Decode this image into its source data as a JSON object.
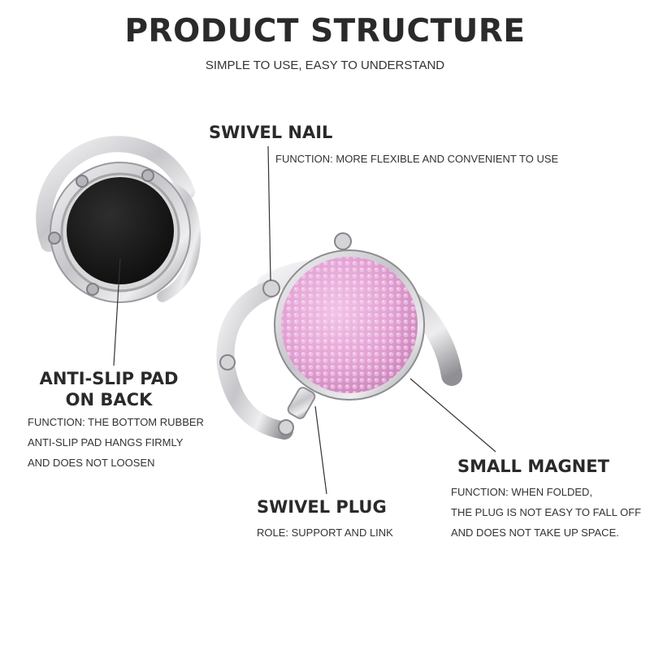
{
  "header": {
    "title": "PRODUCT STRUCTURE",
    "subtitle": "SIMPLE TO USE, EASY TO UNDERSTAND"
  },
  "callouts": {
    "swivel_nail": {
      "heading": "SWIVEL NAIL",
      "lines": [
        "FUNCTION: MORE FLEXIBLE AND CONVENIENT TO USE"
      ]
    },
    "anti_slip": {
      "heading_lines": [
        "ANTI-SLIP PAD",
        "ON BACK"
      ],
      "lines": [
        "FUNCTION: THE BOTTOM RUBBER",
        "ANTI-SLIP PAD HANGS FIRMLY",
        "AND DOES NOT LOOSEN"
      ]
    },
    "swivel_plug": {
      "heading": "SWIVEL PLUG",
      "lines": [
        "ROLE: SUPPORT AND LINK"
      ]
    },
    "small_magnet": {
      "heading": "SMALL MAGNET",
      "lines": [
        "FUNCTION: WHEN FOLDED,",
        "THE PLUG IS NOT EASY TO FALL OFF",
        "AND DOES NOT TAKE UP SPACE."
      ]
    }
  },
  "colors": {
    "metal": "#c9c9cc",
    "metal_dark": "#8e8e92",
    "pad": "#1a1a1a",
    "crystal": "#e4a6d6",
    "leader_line": "#333333"
  },
  "icons": {
    "back_view": "hook-back-view-icon",
    "front_view": "hook-front-view-icon"
  }
}
